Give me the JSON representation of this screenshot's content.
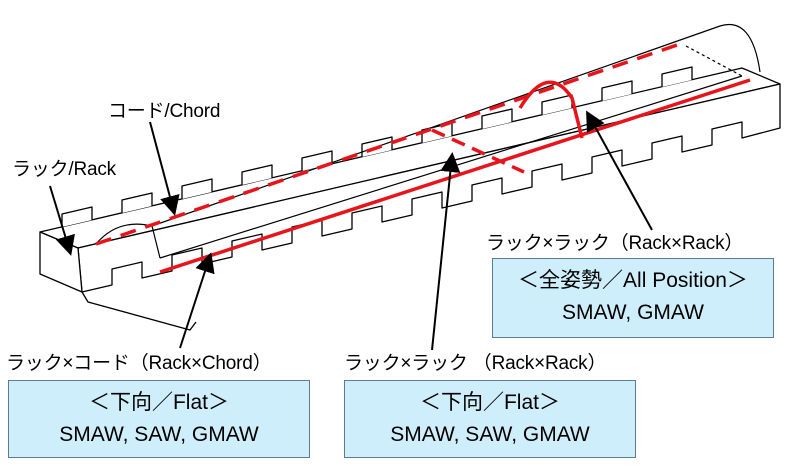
{
  "labels": {
    "chord": "コード/Chord",
    "rack": "ラック/Rack",
    "rack_rack_top": "ラック×ラック（Rack×Rack）",
    "rack_chord": "ラック×コード（Rack×Chord）",
    "rack_rack_bottom": "ラック×ラック （Rack×Rack）"
  },
  "boxes": {
    "all_position": {
      "title": "＜全姿勢／All Position＞",
      "processes": "SMAW, GMAW"
    },
    "flat_left": {
      "title": "＜下向／Flat＞",
      "processes": "SMAW, SAW, GMAW"
    },
    "flat_right": {
      "title": "＜下向／Flat＞",
      "processes": "SMAW, SAW, GMAW"
    }
  },
  "colors": {
    "weld_line": "#e8141b",
    "box_fill": "#cfeefb",
    "outline": "#000000"
  }
}
